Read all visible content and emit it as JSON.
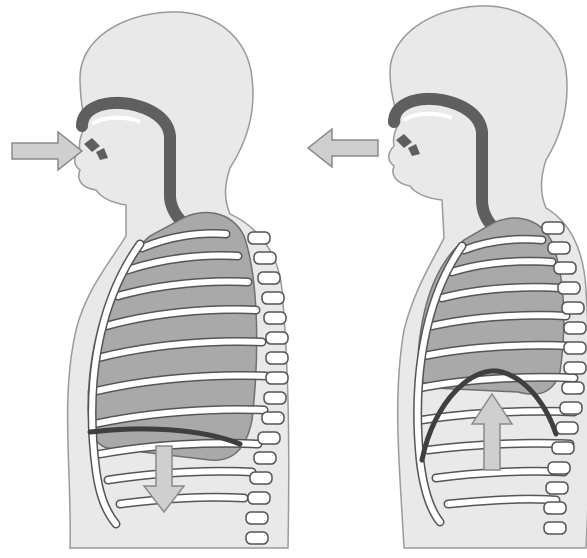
{
  "panels": [
    {
      "phase": "inhalation",
      "air_flow": "in",
      "diaphragm_motion": "down"
    },
    {
      "phase": "exhalation",
      "air_flow": "out",
      "diaphragm_motion": "up"
    }
  ],
  "colors": {
    "body_fill": "#e9e9e9",
    "body_outline": "#9a9a9a",
    "airway": "#5f5f5f",
    "lung": "#a9a9a9",
    "lung_outline": "#6f6f6f",
    "rib": "#ffffff",
    "rib_outline": "#555555",
    "diaphragm": "#3f3f3f",
    "arrow_fill": "#cfcfcf",
    "arrow_outline": "#8a8a8a"
  }
}
